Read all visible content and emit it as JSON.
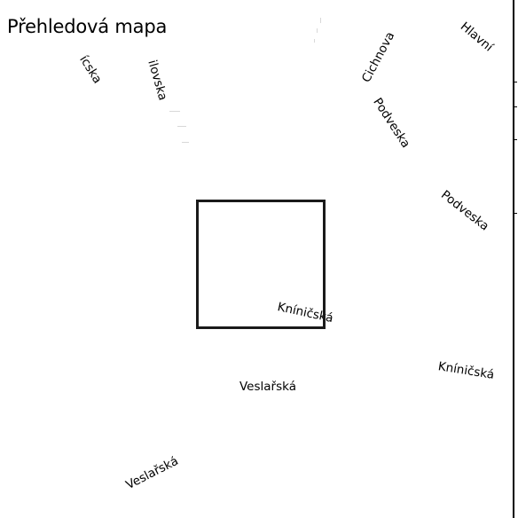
{
  "map": {
    "title": "Přehledová mapa",
    "viewport_color": "#1a1a1a",
    "streets": [
      {
        "id": "street-label-icska",
        "text": "ícska"
      },
      {
        "id": "street-label-ilovska",
        "text": "ilovska"
      },
      {
        "id": "street-label-cichnova",
        "text": "Cichnova"
      },
      {
        "id": "street-label-hlavni",
        "text": "Hlavní"
      },
      {
        "id": "street-label-podveska-1",
        "text": "Podveska"
      },
      {
        "id": "street-label-podveska-2",
        "text": "Podveska"
      },
      {
        "id": "street-label-kninicska-1",
        "text": "Kníničská"
      },
      {
        "id": "street-label-kninicska-2",
        "text": "Kníničská"
      },
      {
        "id": "street-label-veslarska-1",
        "text": "Veslařská"
      },
      {
        "id": "street-label-veslarska-2",
        "text": "Veslařská"
      }
    ]
  }
}
